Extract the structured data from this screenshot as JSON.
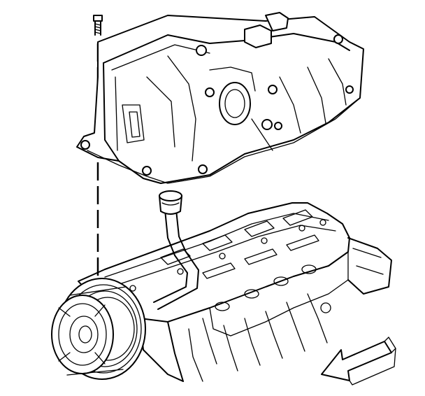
{
  "figure": {
    "parts": [
      "bolt",
      "valve-cover",
      "oil-fill-tube",
      "cylinder-head",
      "crankshaft-pulley",
      "direction-arrow"
    ]
  }
}
